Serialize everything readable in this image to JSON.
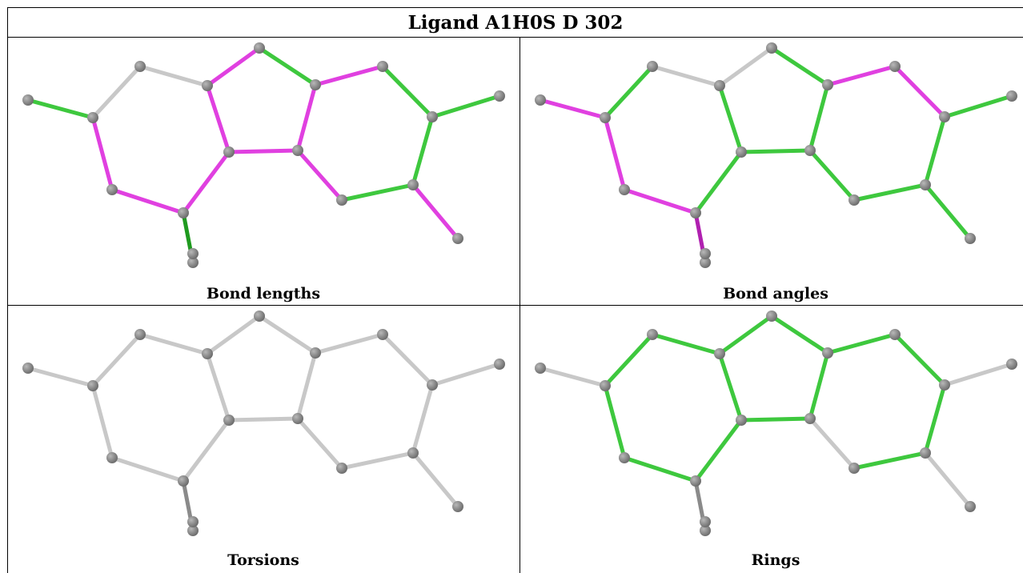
{
  "title": "Ligand A1H0S D 302",
  "colors": {
    "outlier": "#e040e0",
    "ok": "#3ec83e",
    "neutral": "#c8c8c8",
    "atom": "#6e6e6e"
  },
  "panels": [
    {
      "caption": "Bond lengths",
      "bonds": [
        "ok",
        "pink",
        "pink",
        "pink",
        "pink",
        "neutral",
        "neutral",
        "pink",
        "ok",
        "pink",
        "pink",
        "pink",
        "ok",
        "ok",
        "ok",
        "pink",
        "ok",
        "dark-ok"
      ]
    },
    {
      "caption": "Bond angles",
      "bonds": [
        "pink",
        "pink",
        "pink",
        "ok",
        "ok",
        "neutral",
        "ok",
        "neutral",
        "ok",
        "ok",
        "ok",
        "pink",
        "pink",
        "ok",
        "ok",
        "ok",
        "ok",
        "dark-pink"
      ]
    },
    {
      "caption": "Torsions",
      "bonds": [
        "neutral",
        "neutral",
        "neutral",
        "neutral",
        "neutral",
        "neutral",
        "neutral",
        "neutral",
        "neutral",
        "neutral",
        "neutral",
        "neutral",
        "neutral",
        "neutral",
        "neutral",
        "neutral",
        "neutral",
        "dark-neutral"
      ]
    },
    {
      "caption": "Rings",
      "bonds": [
        "neutral",
        "ok",
        "ok",
        "ok",
        "ok",
        "ok",
        "ok",
        "ok",
        "ok",
        "ok",
        "ok",
        "ok",
        "ok",
        "ok",
        "ok",
        "neutral",
        "neutral",
        "dark-neutral"
      ]
    }
  ]
}
